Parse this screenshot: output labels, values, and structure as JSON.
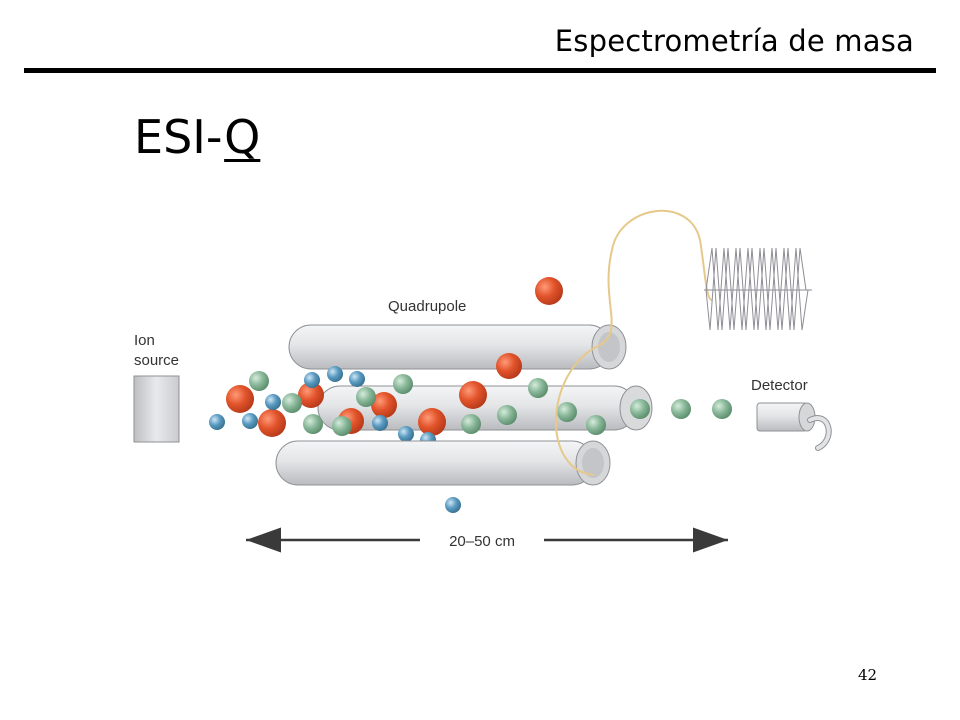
{
  "header": {
    "title": "Espectrometría de masa"
  },
  "slide": {
    "title_prefix": "ESI-",
    "title_underlined": "Q"
  },
  "diagram": {
    "labels": {
      "ion_source_line1": "Ion",
      "ion_source_line2": "source",
      "quadrupole": "Quadrupole",
      "detector": "Detector",
      "length": "20–50 cm"
    },
    "colors": {
      "red_ion": "#e2542b",
      "green_ion": "#8ab89a",
      "blue_ion": "#5b9bc2",
      "rod": "#e2e3e5",
      "wire": "#e6c98a",
      "arrow": "#3a3a3a"
    },
    "icons": [
      "ion-source-box",
      "quadrupole-rods",
      "detector-tube",
      "rf-waveform"
    ]
  },
  "footer": {
    "page_number": "42"
  }
}
